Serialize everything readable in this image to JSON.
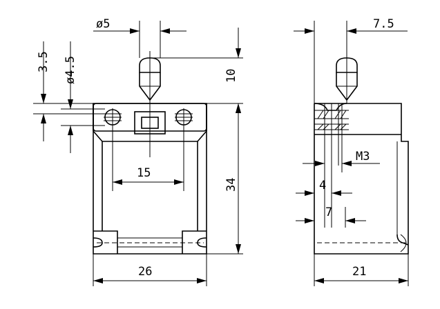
{
  "drawing": {
    "front_view": {
      "dims": {
        "plunger_diameter": "ø5",
        "plunger_height": "10",
        "offset_top": "3.5",
        "hole_diameter": "ø4.5",
        "hole_spacing": "15",
        "body_height": "34",
        "body_width": "26"
      }
    },
    "side_view": {
      "dims": {
        "plunger_offset": "7.5",
        "thread": "M3",
        "dim_4": "4",
        "dim_7": "7",
        "body_depth": "21"
      }
    }
  }
}
